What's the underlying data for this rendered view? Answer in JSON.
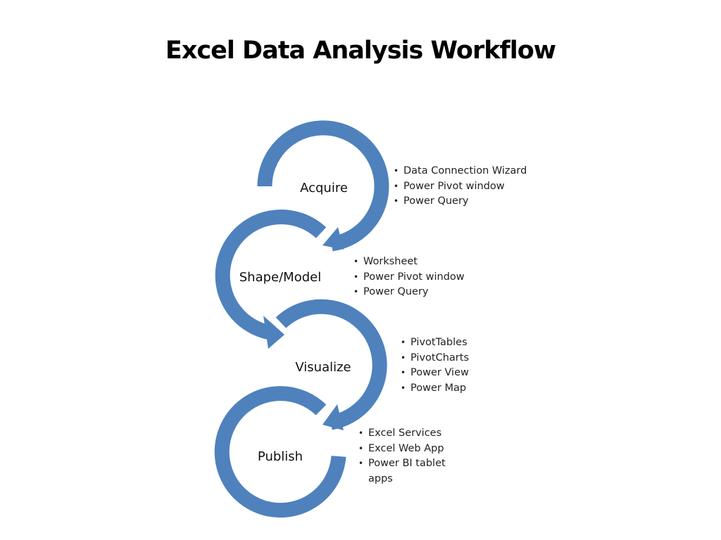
{
  "title": "Excel Data Analysis Workflow",
  "accent_color": "#4f81bd",
  "stages": [
    {
      "label": "Acquire",
      "items": [
        "Data Connection Wizard",
        "Power Pivot window",
        "Power Query"
      ]
    },
    {
      "label": "Shape/Model",
      "items": [
        "Worksheet",
        "Power Pivot window",
        "Power Query"
      ]
    },
    {
      "label": "Visualize",
      "items": [
        "PivotTables",
        "PivotCharts",
        "Power View",
        "Power Map"
      ]
    },
    {
      "label": "Publish",
      "items": [
        "Excel Services",
        "Excel Web App",
        "Power BI tablet apps"
      ]
    }
  ]
}
